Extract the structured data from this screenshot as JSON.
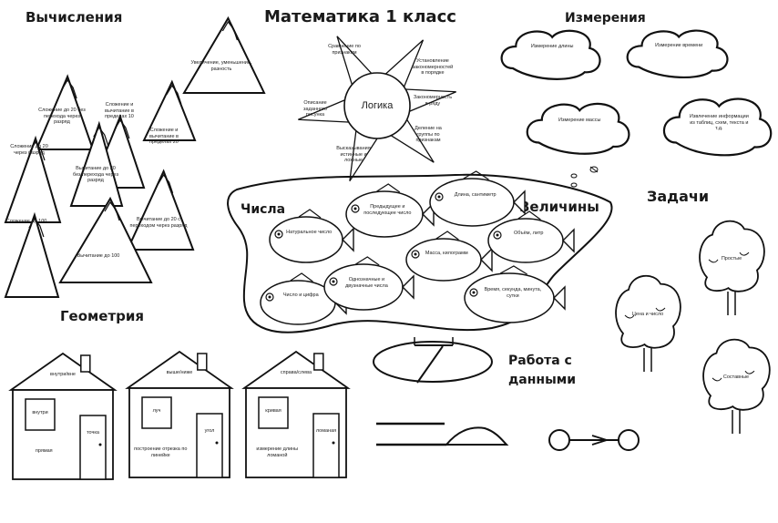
{
  "title": "Математика 1 класс",
  "sections": {
    "calc": "Вычисления",
    "measure": "Измерения",
    "numbers": "Числа",
    "quantities": "Величины",
    "tasks": "Задачи",
    "geometry": "Геометрия",
    "data": "Работа с данными"
  },
  "logic": {
    "center": "Логика",
    "rays": [
      "Сравнение по признакам",
      "Установление закономерностей в порядке",
      "Закономерность в ряду",
      "Деление на группы по признакам",
      "Высказывания истинные и ложные",
      "Описание заданного рисунка"
    ]
  },
  "mountains": [
    "Сложение и вычитание в пределах 10",
    "Сложение до 20 без перехода через разряд",
    "Увеличение, уменьшение, разность",
    "Сложение и вычитание в пределах 20",
    "Сложение до 20 через разряд",
    "Вычитание до 20 без перехода через разряд",
    "Вычитание до 20 с переходом через разряд",
    "Сложение до 100",
    "Вычитание до 100"
  ],
  "clouds": [
    "Измерение длины",
    "Измерение времени",
    "Измерение массы",
    "Извлечение информации из таблиц, схем, текста и т.д."
  ],
  "fish": [
    "Натуральное число",
    "Предыдущее и последующее число",
    "Число и цифра",
    "Однозначные и двузначные числа",
    "Масса, килограмм",
    "Длина, сантиметр",
    "Объём, литр",
    "Время, секунда, минута, сутки"
  ],
  "trees": [
    "Простые",
    "Цена и число",
    "Составные"
  ],
  "houses": [
    {
      "roof": "внутри/вне",
      "window": "внутри",
      "door": "точка",
      "base": "прямая"
    },
    {
      "roof": "выше/ниже",
      "window": "луч",
      "door": "угол",
      "base": "построение отрезка по линейке"
    },
    {
      "roof": "справа/слева",
      "window": "кривая",
      "door": "ломаная",
      "base": "измерение длины ломаной"
    }
  ]
}
